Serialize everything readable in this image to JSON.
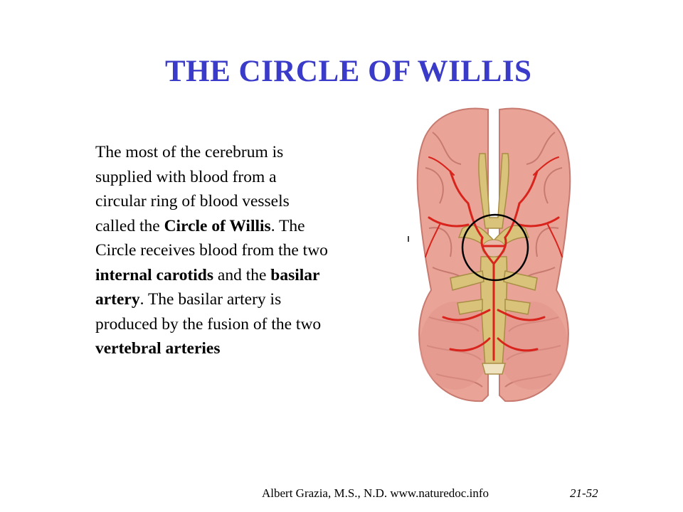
{
  "slide": {
    "title": "THE CIRCLE OF WILLIS",
    "paragraph": {
      "line1": "The most of the cerebrum is",
      "line2": "supplied with blood from a",
      "line3": "circular ring of blood vessels",
      "line4_pre": "called the ",
      "line4_bold": "Circle of Willis",
      "line4_post": ".  The",
      "line5": "Circle receives blood from the two",
      "line6_bold1": "internal carotids",
      "line6_mid": " and the ",
      "line6_bold2": "basilar",
      "line7_bold": "artery",
      "line7_post": ".  The basilar artery is",
      "line8": "produced by the fusion of the two",
      "line9_bold": "vertebral arteries"
    },
    "illustration": {
      "icon": "brain-base-arteries-illustration",
      "highlight": "circle-of-willis-outline"
    },
    "footer": {
      "credit": "Albert Grazia, M.S., N.D.   www.naturedoc.info",
      "page": "21-52"
    }
  },
  "colors": {
    "title": "#3b3bc9",
    "brain": "#e9a397",
    "artery": "#d8241c",
    "nerve": "#d9c27a"
  }
}
